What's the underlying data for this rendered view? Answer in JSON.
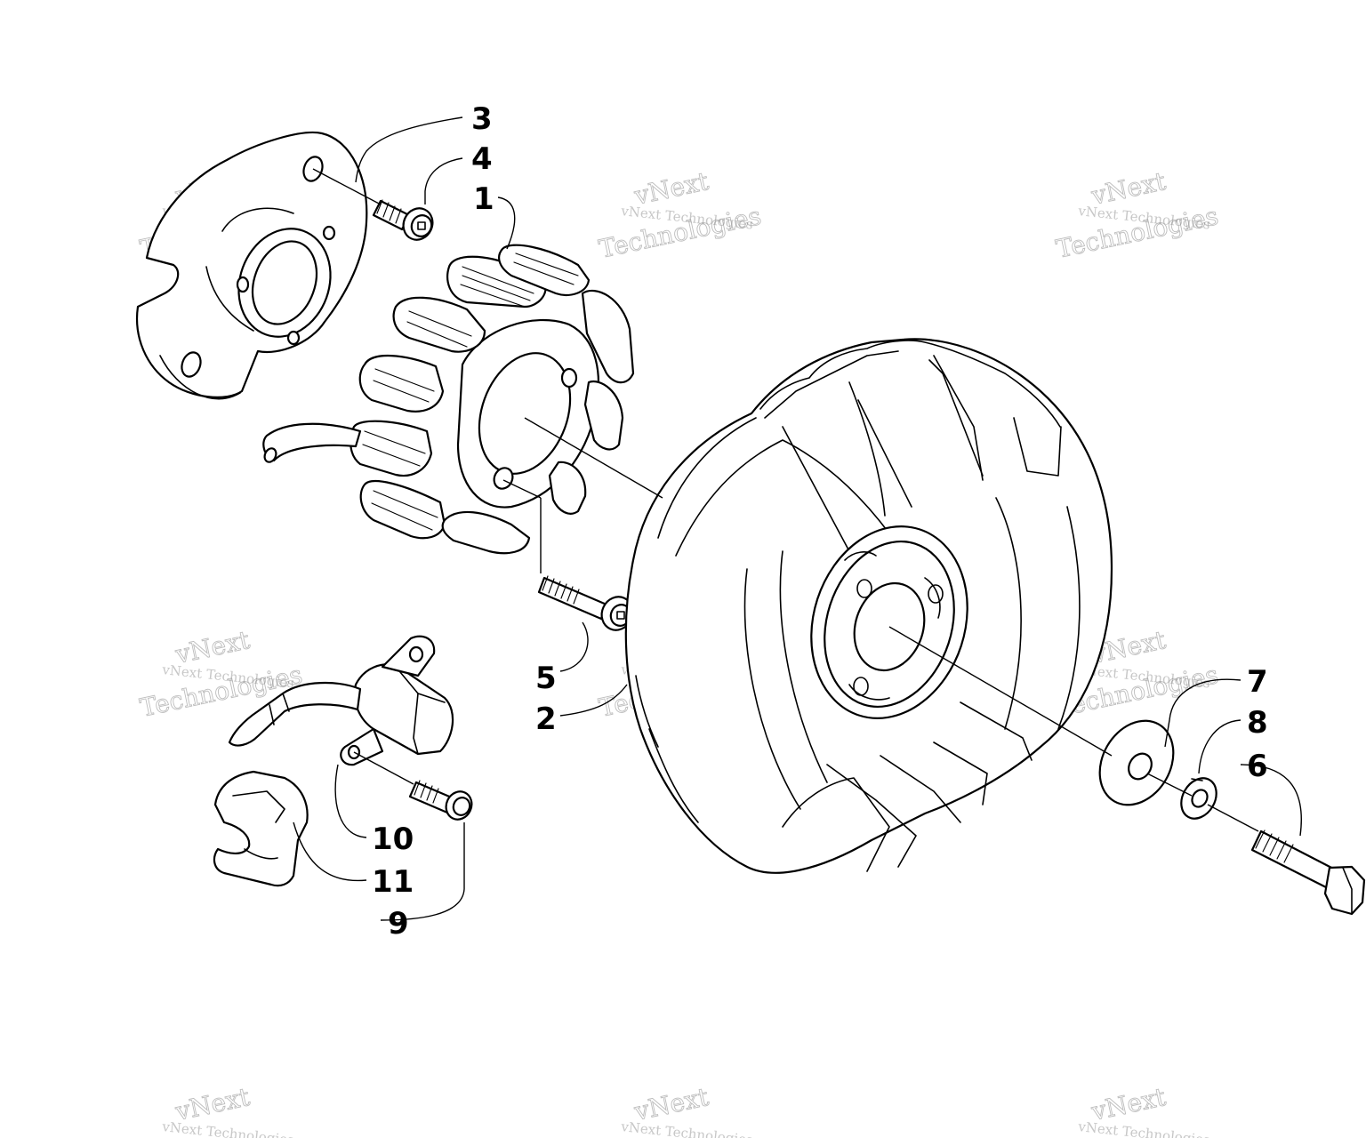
{
  "callouts": {
    "c1": "1",
    "c2": "2",
    "c3": "3",
    "c4": "4",
    "c5": "5",
    "c6": "6",
    "c7": "7",
    "c8": "8",
    "c9": "9",
    "c10": "10",
    "c11": "11"
  },
  "watermark": {
    "brand": "vNext",
    "line_small": "vNext Technologies",
    "line_big": "Technologies"
  }
}
